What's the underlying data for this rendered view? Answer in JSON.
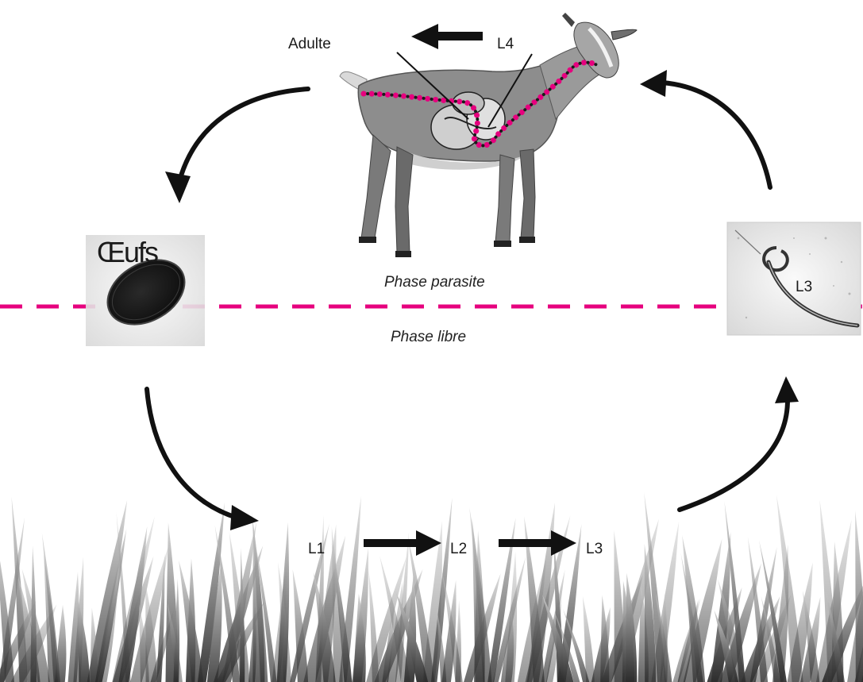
{
  "labels": {
    "adult": "Adulte",
    "l4": "L4",
    "eggs": "Œufs",
    "l3_photo": "L3",
    "l1": "L1",
    "l2": "L2",
    "l3_ground": "L3"
  },
  "phases": {
    "parasitic": "Phase parasite",
    "free": "Phase libre"
  },
  "colors": {
    "divider": "#e6007e",
    "arrow": "#111111",
    "migration_path": "#e6007e",
    "grass": "#4a4a4a"
  },
  "icons": [
    "goat-illustration",
    "egg-micrograph",
    "larva-micrograph",
    "grass-illustration"
  ]
}
